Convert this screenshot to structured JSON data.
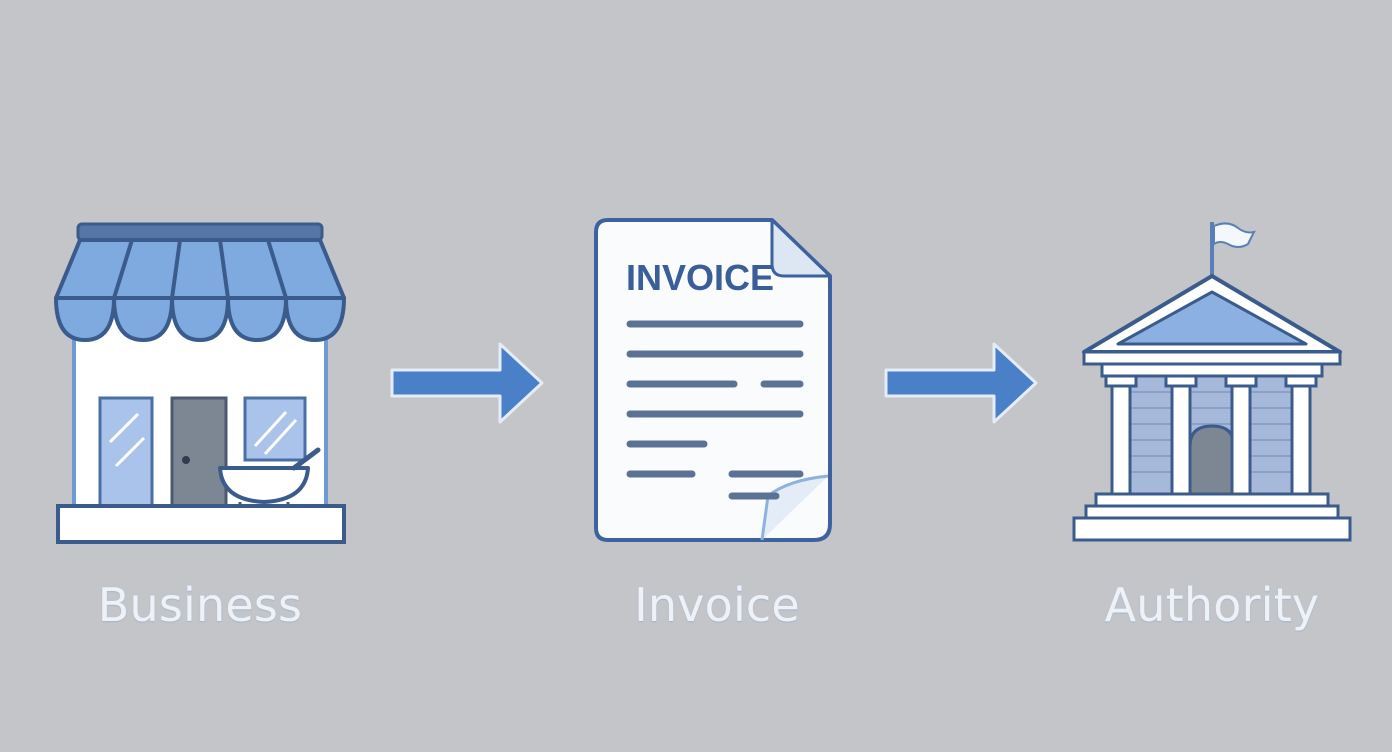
{
  "nodes": [
    {
      "id": "business",
      "label": "Business",
      "icon": "storefront-icon"
    },
    {
      "id": "invoice",
      "label": "Invoice",
      "icon": "invoice-document-icon",
      "document_title": "INVOICE"
    },
    {
      "id": "authority",
      "label": "Authority",
      "icon": "government-building-icon"
    }
  ],
  "connectors": [
    {
      "from": "business",
      "to": "invoice",
      "icon": "arrow-right-icon"
    },
    {
      "from": "invoice",
      "to": "authority",
      "icon": "arrow-right-icon"
    }
  ],
  "colors": {
    "background": "#c3c5c9",
    "accent_blue": "#4a80c8",
    "light_blue": "#7ea8de",
    "outline_navy": "#3b5b8c",
    "label_text": "#eef1f6"
  }
}
